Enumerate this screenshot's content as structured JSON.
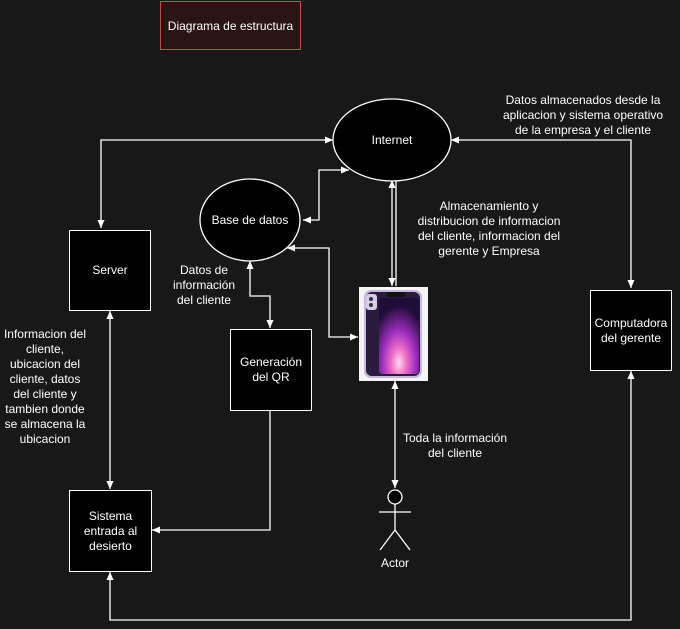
{
  "title": "Diagrama de estructura",
  "nodes": {
    "internet": "Internet",
    "database": "Base de datos",
    "server": "Server",
    "qr": "Generación del QR",
    "computer": "Computadora del gerente",
    "desert_system": "Sistema entrada al desierto",
    "actor": "Actor"
  },
  "labels": {
    "stored_data": "Datos almacenados desde la aplicacion y sistema operativo de la empresa y el cliente",
    "storage": "Almacenamiento y distribucion de informacion del cliente, informacion del gerente y Empresa",
    "client_data": "Datos de información del cliente",
    "client_info": "Informacion del cliente, ubicacion del cliente, datos del cliente y tambien donde se almacena la ubicacion",
    "all_info": "Toda la información del cliente"
  },
  "colors": {
    "background": "#181818",
    "stroke": "#ffffff",
    "title_border": "#b85450",
    "title_fill": "#2a1414"
  },
  "icons": [
    "phone-icon",
    "actor-stick-figure-icon"
  ]
}
